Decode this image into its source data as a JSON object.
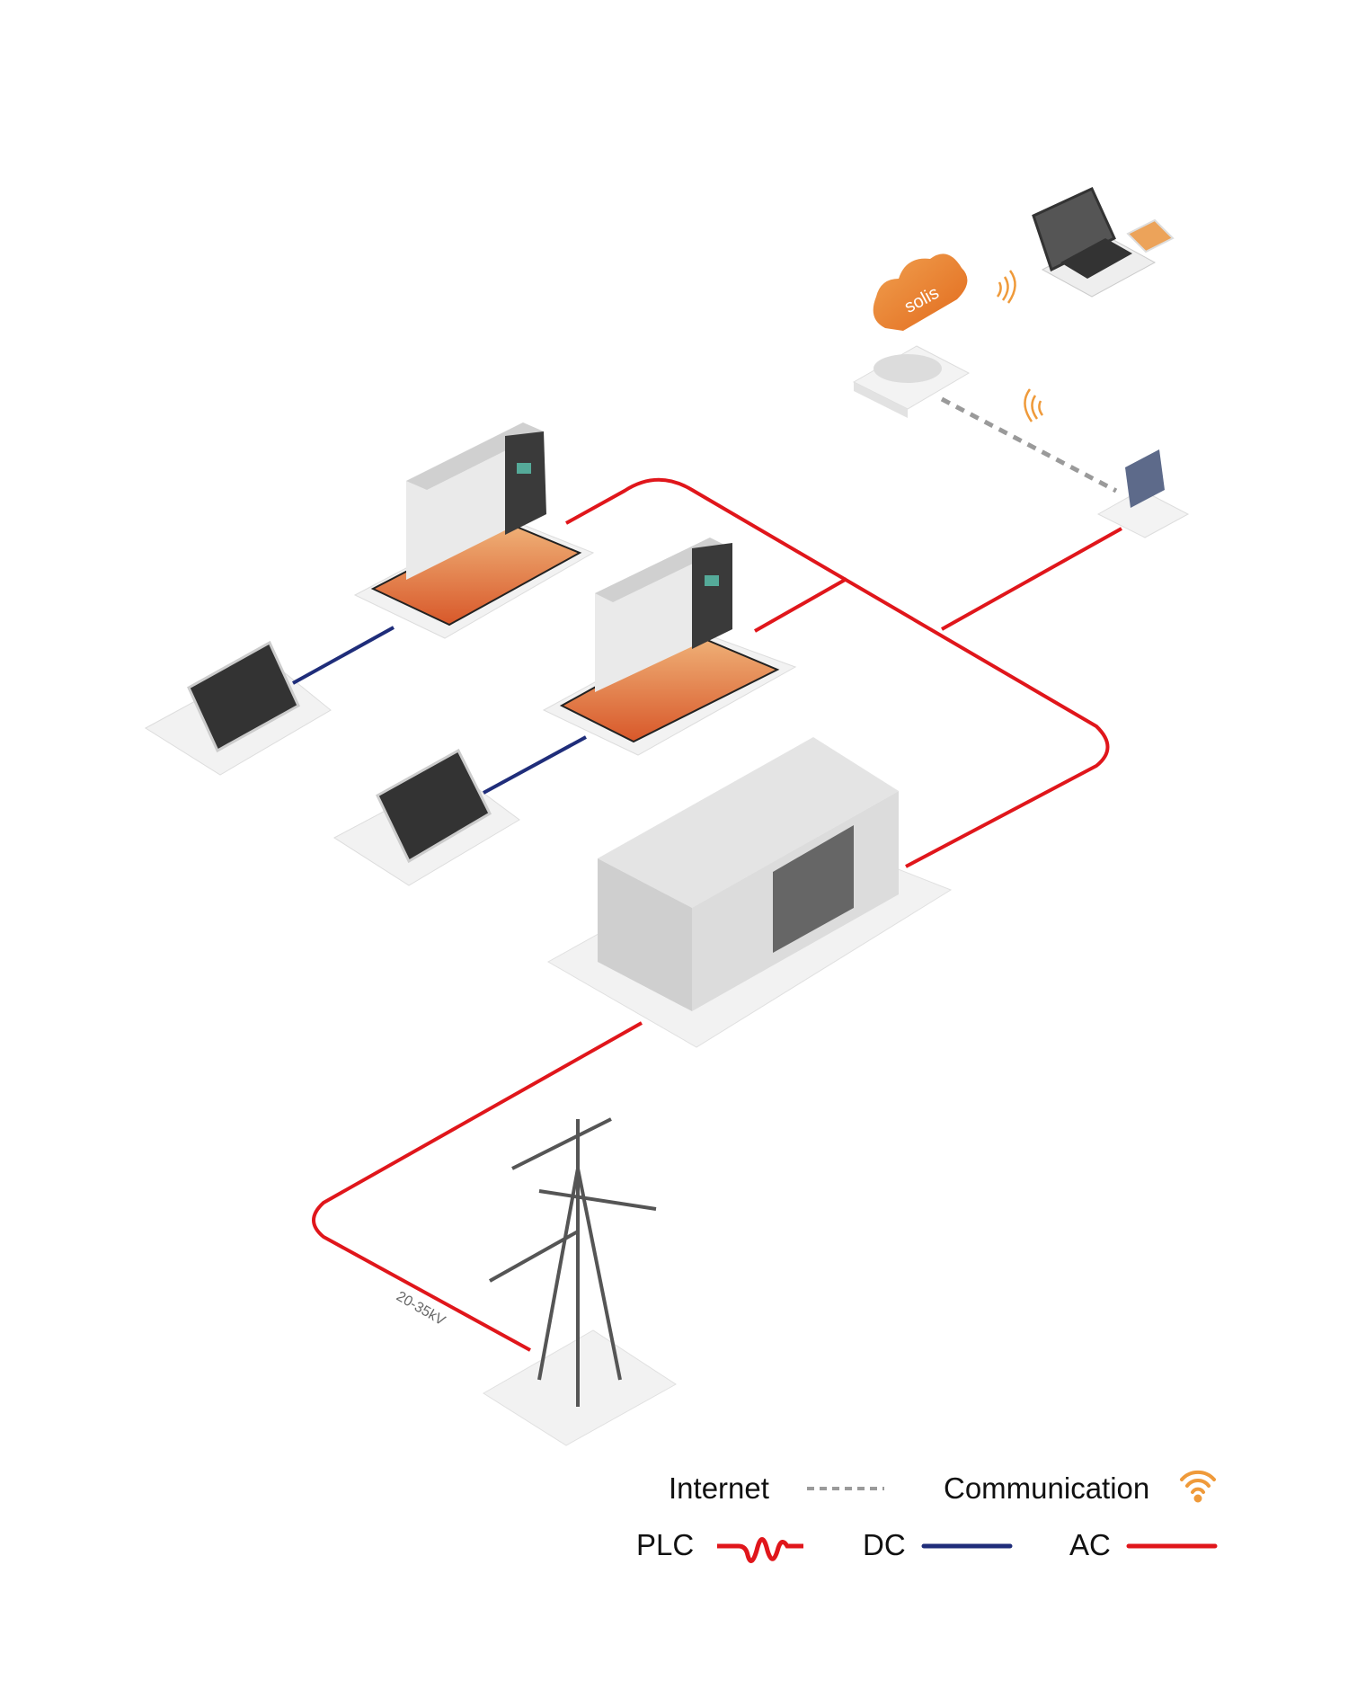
{
  "diagram": {
    "cloud_brand": "solis",
    "voltage_label": "20-35kV",
    "colors": {
      "ac": "#e0161b",
      "dc": "#1f2d7a",
      "internet": "#9a9a9a",
      "communication": "#ef9a3a",
      "cloud": "#ec8a2e"
    }
  },
  "legend": {
    "internet": "Internet",
    "communication": "Communication",
    "plc": "PLC",
    "dc": "DC",
    "ac": "AC"
  }
}
